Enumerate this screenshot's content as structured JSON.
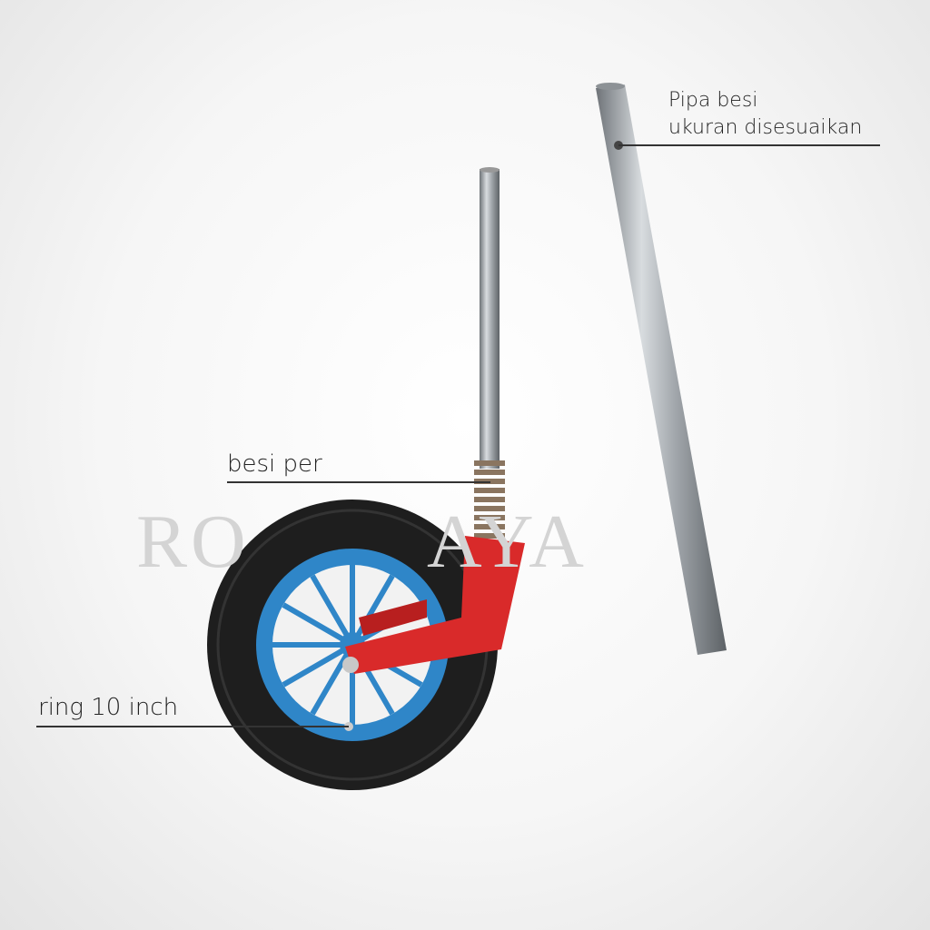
{
  "watermark": {
    "left": "RO",
    "right": "AYA"
  },
  "labels": {
    "pipe_line1": "Pipa besi",
    "pipe_line2": "ukuran disesuaikan",
    "spring": "besi per",
    "ring": "ring 10 inch"
  },
  "colors": {
    "rim": "#2f86c8",
    "bracket": "#d92a2a",
    "tire": "#1e1e1e",
    "steel": "#9aa0a5"
  }
}
